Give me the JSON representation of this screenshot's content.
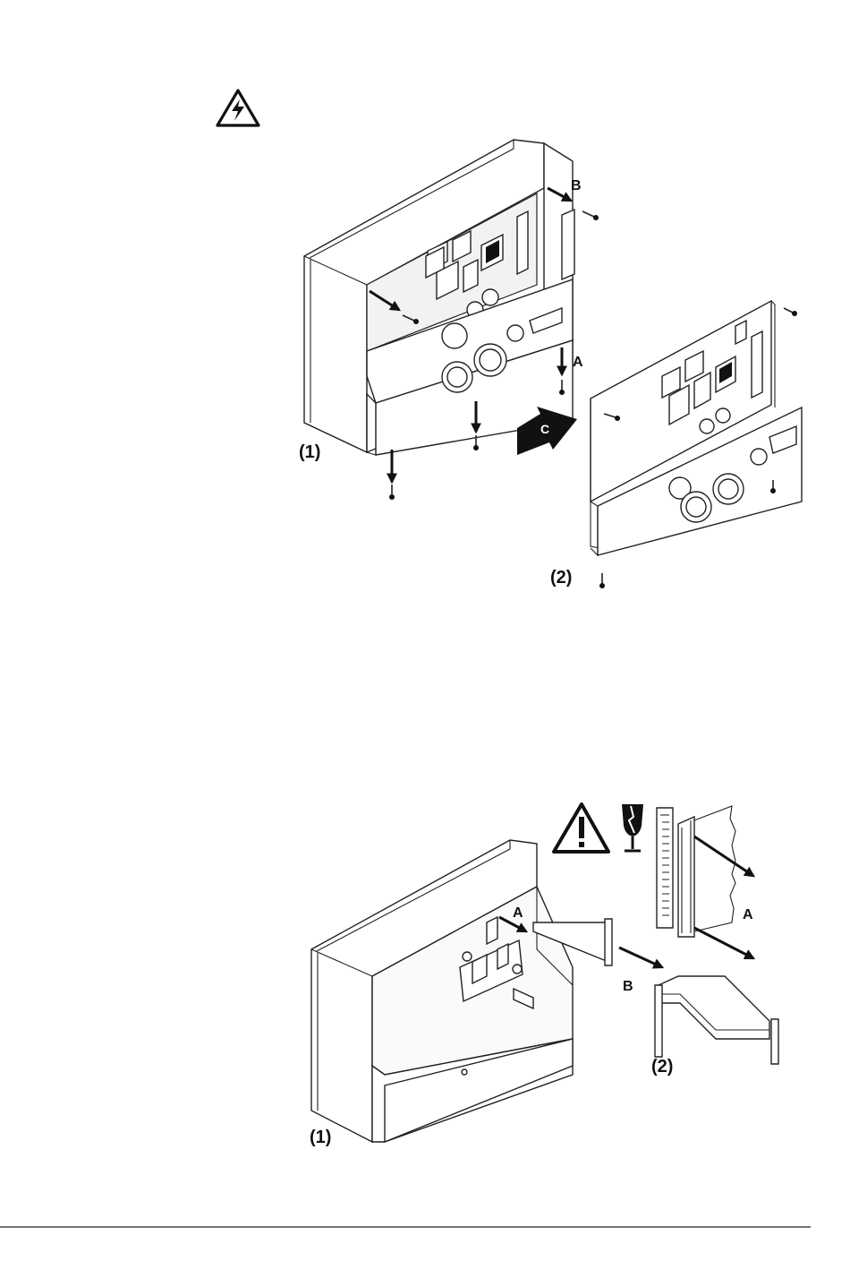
{
  "figure1": {
    "warning_icon": "electric-hazard-icon",
    "label_assembly": "(1)",
    "label_board": "(2)",
    "label_a": "A",
    "label_b": "B",
    "label_c": "C"
  },
  "figure2": {
    "warning_icon": "caution-icon",
    "fragile_icon": "fragile-glass-icon",
    "label_assembly": "(1)",
    "label_cable": "(2)",
    "label_a_main": "A",
    "label_a_detail": "A",
    "label_b": "B"
  },
  "colors": {
    "line": "#222222",
    "fill": "#ffffff",
    "shade": "#e6e6e6"
  }
}
